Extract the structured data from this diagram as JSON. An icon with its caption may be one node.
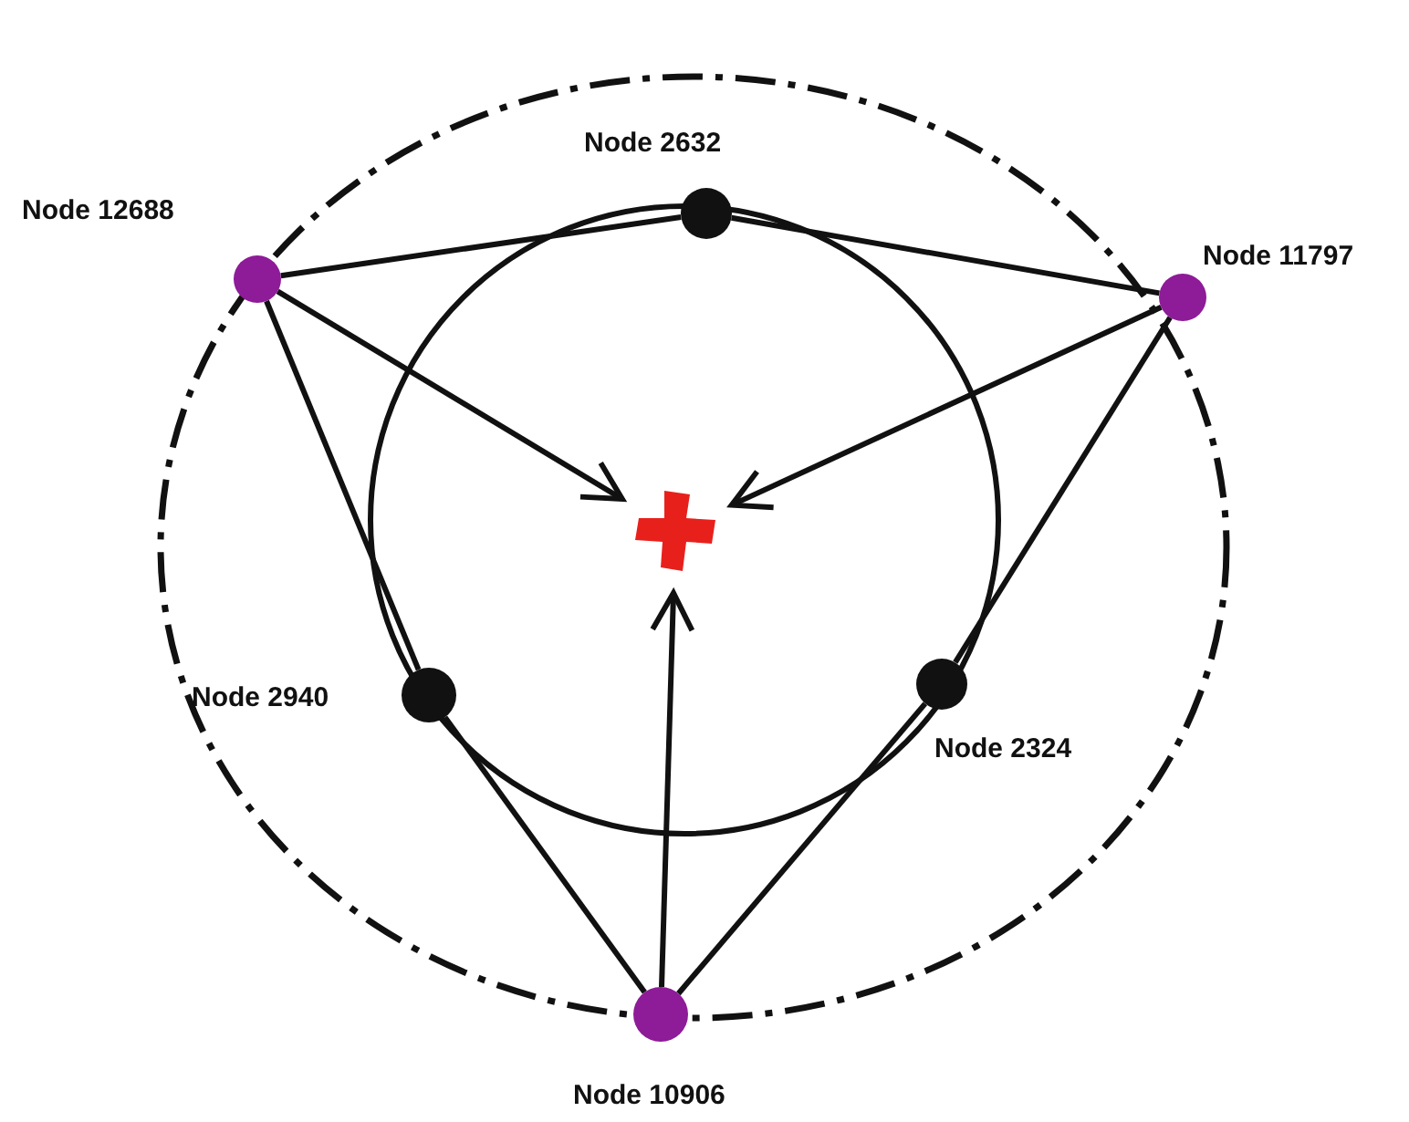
{
  "diagram": {
    "nodes": [
      {
        "text": [],
        "shape": "circle",
        "beside": [
          "Node 2632"
        ]
      },
      {
        "text": [],
        "shape": "circle",
        "beside": [
          "Node 12688"
        ]
      },
      {
        "text": [],
        "shape": "circle",
        "beside": [
          "Node 11797"
        ]
      },
      {
        "text": [],
        "shape": "cross"
      },
      {
        "text": [],
        "shape": "circle",
        "beside": [
          "Node 2940"
        ]
      },
      {
        "text": [],
        "shape": "circle",
        "beside": [
          "Node 2324"
        ]
      },
      {
        "text": [],
        "shape": "circle",
        "beside": [
          "Node 10906"
        ]
      }
    ],
    "edges": [
      {
        "from": 1,
        "to": 0,
        "arrow": "none"
      },
      {
        "from": 0,
        "to": 2,
        "arrow": "none"
      },
      {
        "from": 1,
        "to": 4,
        "arrow": "none"
      },
      {
        "from": 4,
        "to": 6,
        "arrow": "none"
      },
      {
        "from": 2,
        "to": 5,
        "arrow": "none"
      },
      {
        "from": 5,
        "to": 6,
        "arrow": "none"
      },
      {
        "from": 1,
        "to": 3,
        "arrow": "to"
      },
      {
        "from": 2,
        "to": 3,
        "arrow": "to"
      },
      {
        "from": 6,
        "to": 3,
        "arrow": "to"
      }
    ]
  }
}
